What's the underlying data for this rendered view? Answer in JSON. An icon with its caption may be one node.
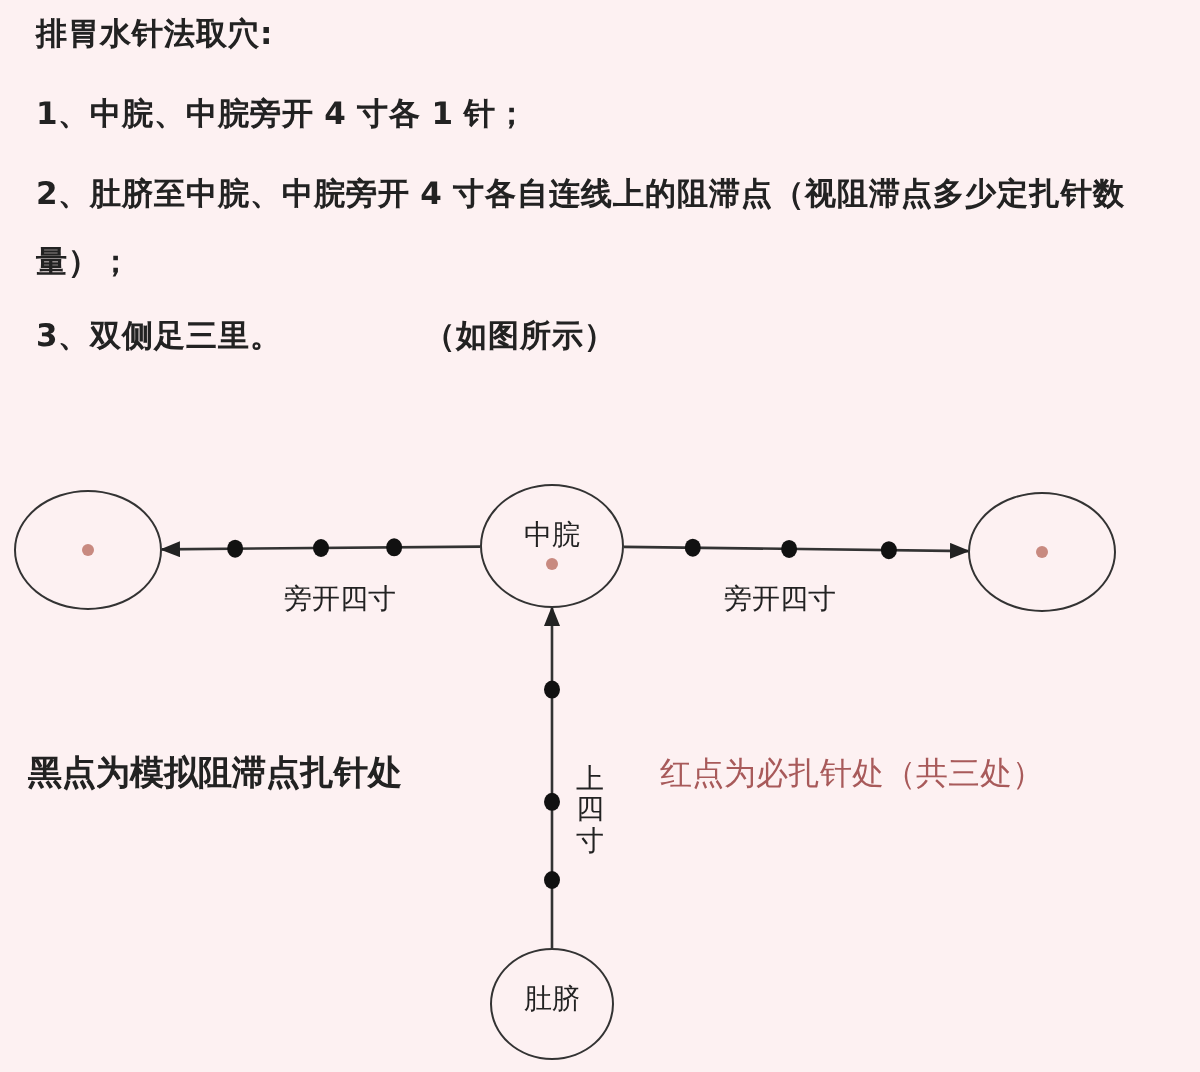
{
  "diagram": {
    "title": "排胃水针法取穴:",
    "nodes": [
      {
        "text": [],
        "shape": "circle"
      },
      {
        "text": [
          "中脘"
        ]
      },
      {
        "text": [],
        "shape": "circle"
      },
      {
        "text": [
          "肚脐"
        ]
      }
    ],
    "edges": [
      {
        "from": 1,
        "to": 0,
        "arrow": "to",
        "label": "旁开四寸"
      },
      {
        "from": 1,
        "to": 2,
        "arrow": "to",
        "label": "旁开四寸"
      },
      {
        "from": 3,
        "to": 1,
        "arrow": "to",
        "label": "上四寸"
      }
    ],
    "labels": [
      "1、中脘、中脘旁开 4 寸各 1 针；",
      "2、肚脐至中脘、中脘旁开 4 寸各自连线上的阻滞点（视阻滞点多少定扎针数量）；",
      "3、双侧足三里。",
      "（如图所示）",
      "黑点为模拟阻滞点扎针处",
      "红点为必扎针处（共三处）"
    ]
  }
}
